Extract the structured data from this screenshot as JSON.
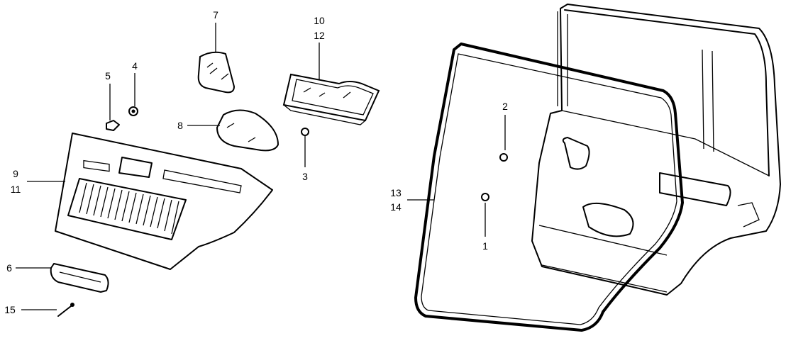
{
  "diagram": {
    "title": "Rear door lining and weatherstrip parts diagram",
    "callouts": [
      {
        "id": "c1",
        "text": "1"
      },
      {
        "id": "c2",
        "text": "2"
      },
      {
        "id": "c3",
        "text": "3"
      },
      {
        "id": "c4",
        "text": "4"
      },
      {
        "id": "c5",
        "text": "5"
      },
      {
        "id": "c6",
        "text": "6"
      },
      {
        "id": "c7",
        "text": "7"
      },
      {
        "id": "c8",
        "text": "8"
      },
      {
        "id": "c9",
        "text": "9"
      },
      {
        "id": "c10",
        "text": "10"
      },
      {
        "id": "c11",
        "text": "11"
      },
      {
        "id": "c12",
        "text": "12"
      },
      {
        "id": "c13",
        "text": "13"
      },
      {
        "id": "c14",
        "text": "14"
      },
      {
        "id": "c15",
        "text": "15"
      }
    ]
  }
}
